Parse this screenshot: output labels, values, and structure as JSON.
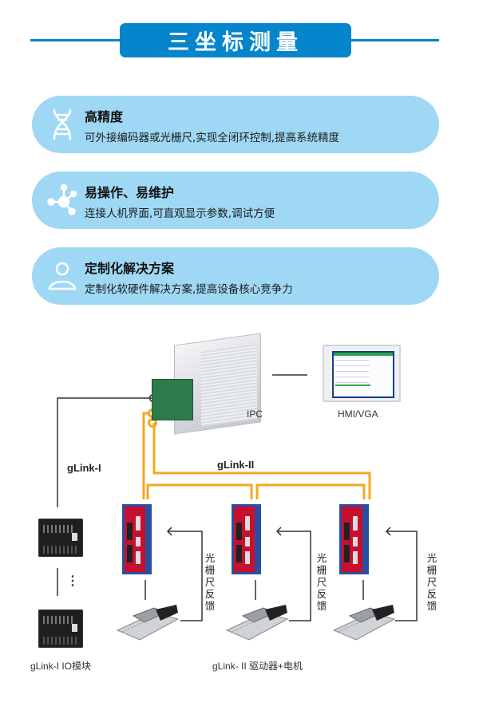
{
  "header": {
    "title": "三坐标测量",
    "accent_color": "#0585cc"
  },
  "features": [
    {
      "icon": "dna-icon",
      "title": "高精度",
      "description": "可外接编码器或光栅尺,实现全闭环控制,提高系统精度"
    },
    {
      "icon": "network-node-icon",
      "title": "易操作、易维护",
      "description": "连接人机界面,可直观显示参数,调试方便"
    },
    {
      "icon": "user-icon",
      "title": "定制化解决方案",
      "description": "定制化软硬件解决方案,提高设备核心竞争力"
    }
  ],
  "diagram": {
    "ipc_label": "IPC",
    "hmi_label": "HMI/VGA",
    "glink1_label": "gLink-I",
    "glink2_label": "gLink-II",
    "feedback_label": "光栅尺反馈",
    "ellipsis": "⋮",
    "io_caption": "gLink-I IO模块",
    "drive_caption": "gLink- II 驱动器+电机",
    "link_color": "#f5a81c",
    "line_color": "#333333"
  }
}
